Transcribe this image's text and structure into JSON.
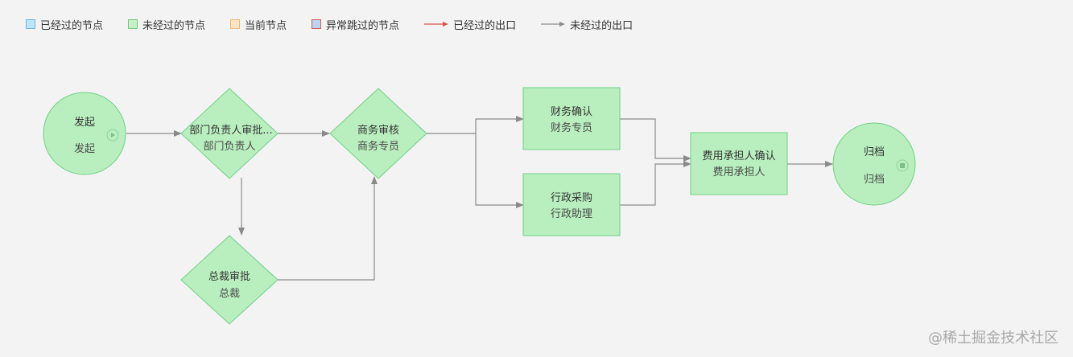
{
  "legend": {
    "passed_node": "已经过的节点",
    "unpassed_node": "未经过的节点",
    "current_node": "当前节点",
    "skipped_node": "异常跳过的节点",
    "passed_exit": "已经过的出口",
    "unpassed_exit": "未经过的出口"
  },
  "colors": {
    "node_fill": "#b9efbf",
    "node_stroke": "#6fcf86",
    "edge": "#8a8a8a",
    "passed_exit": "#d9534f",
    "background": "#f3f3f3"
  },
  "nodes": {
    "start": {
      "title": "发起",
      "sub": "发起",
      "icon": "play-icon"
    },
    "dept_head": {
      "title": "部门负责人审批...",
      "sub": "部门负责人"
    },
    "business": {
      "title": "商务审核",
      "sub": "商务专员"
    },
    "president": {
      "title": "总裁审批",
      "sub": "总裁"
    },
    "finance": {
      "title": "财务确认",
      "sub": "财务专员"
    },
    "admin": {
      "title": "行政采购",
      "sub": "行政助理"
    },
    "bearer": {
      "title": "费用承担人确认",
      "sub": "费用承担人"
    },
    "archive": {
      "title": "归档",
      "sub": "归档",
      "icon": "stop-icon"
    }
  },
  "watermark": "@稀土掘金技术社区"
}
